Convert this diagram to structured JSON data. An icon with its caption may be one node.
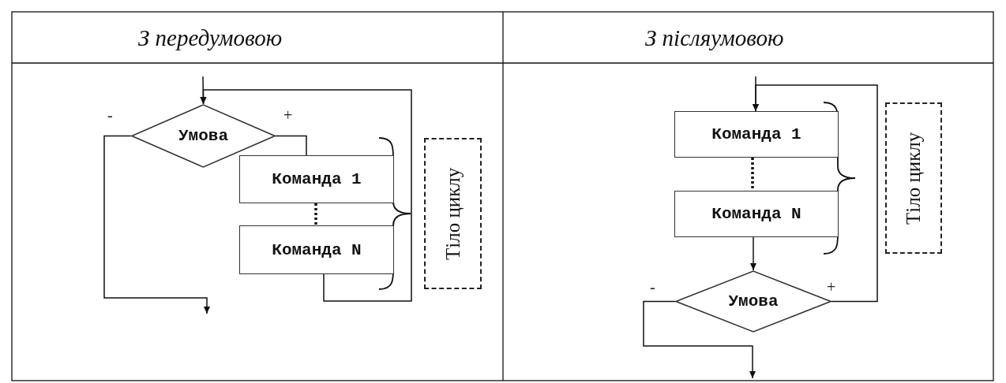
{
  "diagram": {
    "nodes": [
      {
        "text": [
          "Умова"
        ]
      },
      {
        "text": [
          "Команда 1"
        ]
      },
      {
        "text": [
          "Команда N"
        ]
      },
      {
        "text": [
          "Тіло циклу"
        ]
      },
      {
        "text": [
          "Команда 1"
        ]
      },
      {
        "text": [
          "Команда N"
        ]
      },
      {
        "text": [
          "Умова"
        ]
      },
      {
        "text": [
          "Тіло циклу"
        ]
      }
    ],
    "edges": [
      {
        "from": null,
        "to": 0,
        "arrow": "to"
      },
      {
        "from": 0,
        "to": 1,
        "arrow": "none",
        "label": "+"
      },
      {
        "from": 1,
        "to": 2,
        "arrow": "none",
        "style": "dashed"
      },
      {
        "from": 2,
        "to": 0,
        "arrow": "to"
      },
      {
        "from": 0,
        "to": null,
        "arrow": "to",
        "label": "-"
      },
      {
        "from": null,
        "to": 4,
        "arrow": "to"
      },
      {
        "from": 4,
        "to": 5,
        "arrow": "none",
        "style": "dashed"
      },
      {
        "from": 5,
        "to": 6,
        "arrow": "to"
      },
      {
        "from": 6,
        "to": 4,
        "arrow": "to",
        "label": "+"
      },
      {
        "from": 6,
        "to": null,
        "arrow": "to",
        "label": "-"
      }
    ],
    "labels": [
      "З передумовою",
      "З післяумовою"
    ]
  }
}
